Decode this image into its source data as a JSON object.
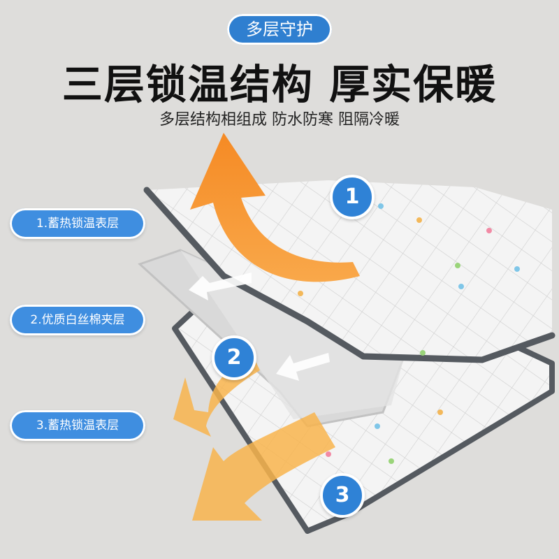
{
  "badge": "多层守护",
  "headline": "三层锁温结构  厚实保暖",
  "subline": "多层结构相组成 防水防寒 阻隔冷暖",
  "layers": [
    {
      "label": "1.蓄热锁温表层",
      "number": "1"
    },
    {
      "label": "2.优质白丝棉夹层",
      "number": "2"
    },
    {
      "label": "3.蓄热锁温表层",
      "number": "3"
    }
  ],
  "colors": {
    "background": "#dedddb",
    "badge_blue": "#2f7fd0",
    "label_blue": "#3f8ee0",
    "arrow_orange": "#f7932f",
    "arrow_light_orange": "#f8b44c",
    "border_gray": "#555a60"
  }
}
